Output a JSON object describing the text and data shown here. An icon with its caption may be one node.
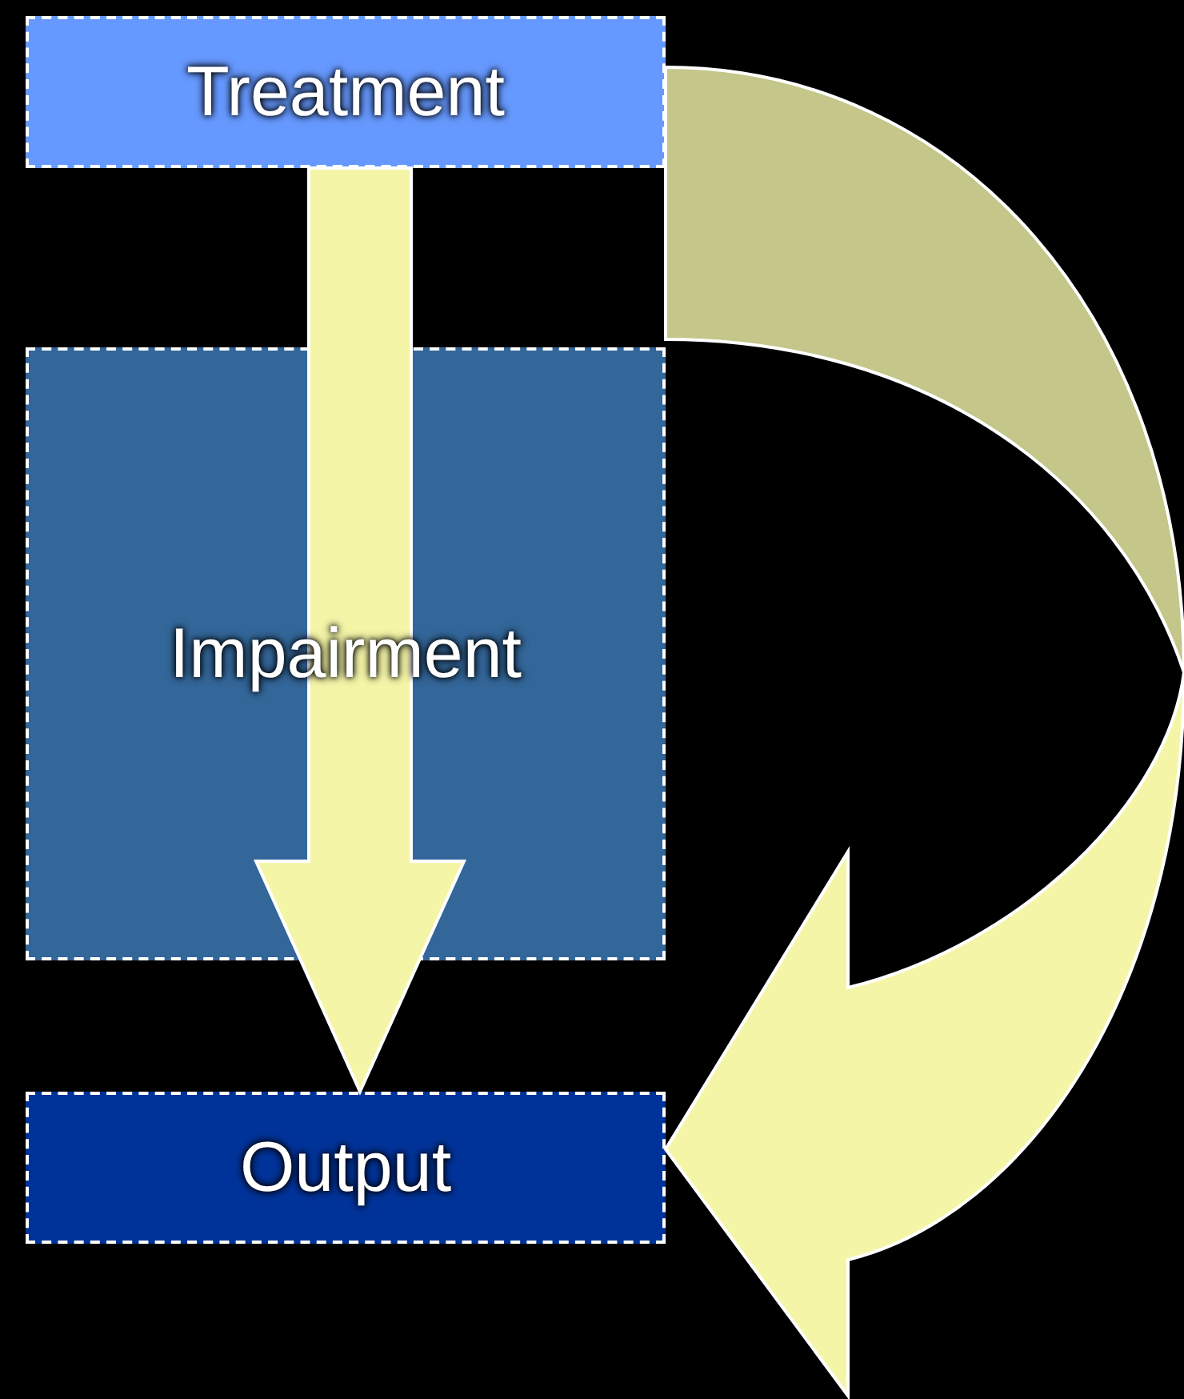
{
  "diagram": {
    "nodes": [
      {
        "text": [
          "Treatment"
        ]
      },
      {
        "text": [
          "Impairment"
        ]
      },
      {
        "text": [
          "Output"
        ]
      }
    ],
    "edges": [
      {
        "from": 0,
        "to": 2,
        "arrow": "to",
        "style": "thick"
      },
      {
        "from": 0,
        "to": 2,
        "arrow": "to",
        "style": "thick"
      }
    ]
  }
}
